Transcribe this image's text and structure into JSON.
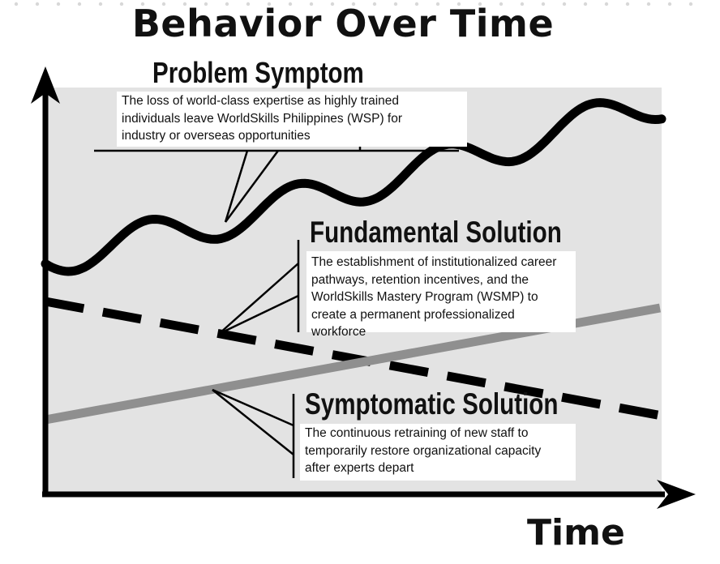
{
  "title": "Behavior Over Time",
  "x_axis_label": "Time",
  "problem_symptom": {
    "heading": "Problem Symptom",
    "description_lines": [
      "The loss of world-class expertise as highly trained",
      "individuals leave WorldSkills Philippines (WSP) for",
      "industry or overseas opportunities"
    ]
  },
  "fundamental_solution": {
    "heading": "Fundamental Solution",
    "description_lines": [
      "The establishment of institutionalized career",
      "pathways, retention incentives, and the",
      "WorldSkills Mastery Program (WSMP) to",
      "create a permanent professionalized",
      "workforce"
    ]
  },
  "symptomatic_solution": {
    "heading": "Symptomatic Solution",
    "description_lines": [
      "The continuous retraining of new staff to",
      "temporarily restore organizational capacity",
      "after experts depart"
    ]
  },
  "colors": {
    "plot_background": "#e3e3e3",
    "problem_curve": "#000000",
    "fundamental_line": "#000000",
    "symptomatic_line": "#8f8f8f",
    "axes": "#000000"
  }
}
